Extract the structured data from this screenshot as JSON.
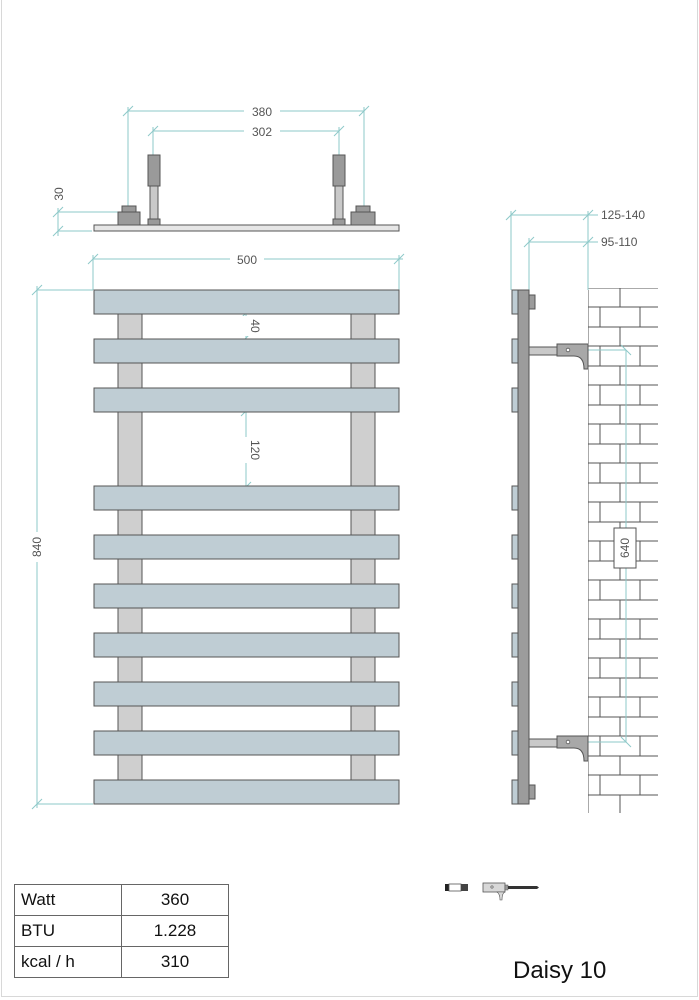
{
  "drawing": {
    "product_name": "Daisy 10",
    "colors": {
      "dimension_line": "#8ec9c9",
      "bar_fill": "#bfcdd4",
      "bar_stroke": "#555555",
      "upright_fill": "#cfcfcf",
      "side_frame_fill": "#9c9c9c",
      "bracket_fill": "#a8a8a8",
      "brick_line": "#555555"
    },
    "top_view": {
      "dimensions": {
        "outer_pipe_spacing": "380",
        "inner_pipe_spacing": "302",
        "depth": "30"
      }
    },
    "front_view": {
      "bar_count": 10,
      "dimensions": {
        "width": "500",
        "height": "840",
        "bar_gap": "40",
        "large_gap": "120"
      }
    },
    "side_view": {
      "dimensions": {
        "wall_distance_outer": "125-140",
        "wall_distance_inner": "95-110",
        "bracket_spacing": "640"
      }
    },
    "accessory": {
      "icon": "valve-and-bracket-icon"
    }
  },
  "specs": {
    "rows": [
      {
        "label": "Watt",
        "value": "360"
      },
      {
        "label": "BTU",
        "value": "1.228"
      },
      {
        "label": "kcal / h",
        "value": "310"
      }
    ]
  }
}
